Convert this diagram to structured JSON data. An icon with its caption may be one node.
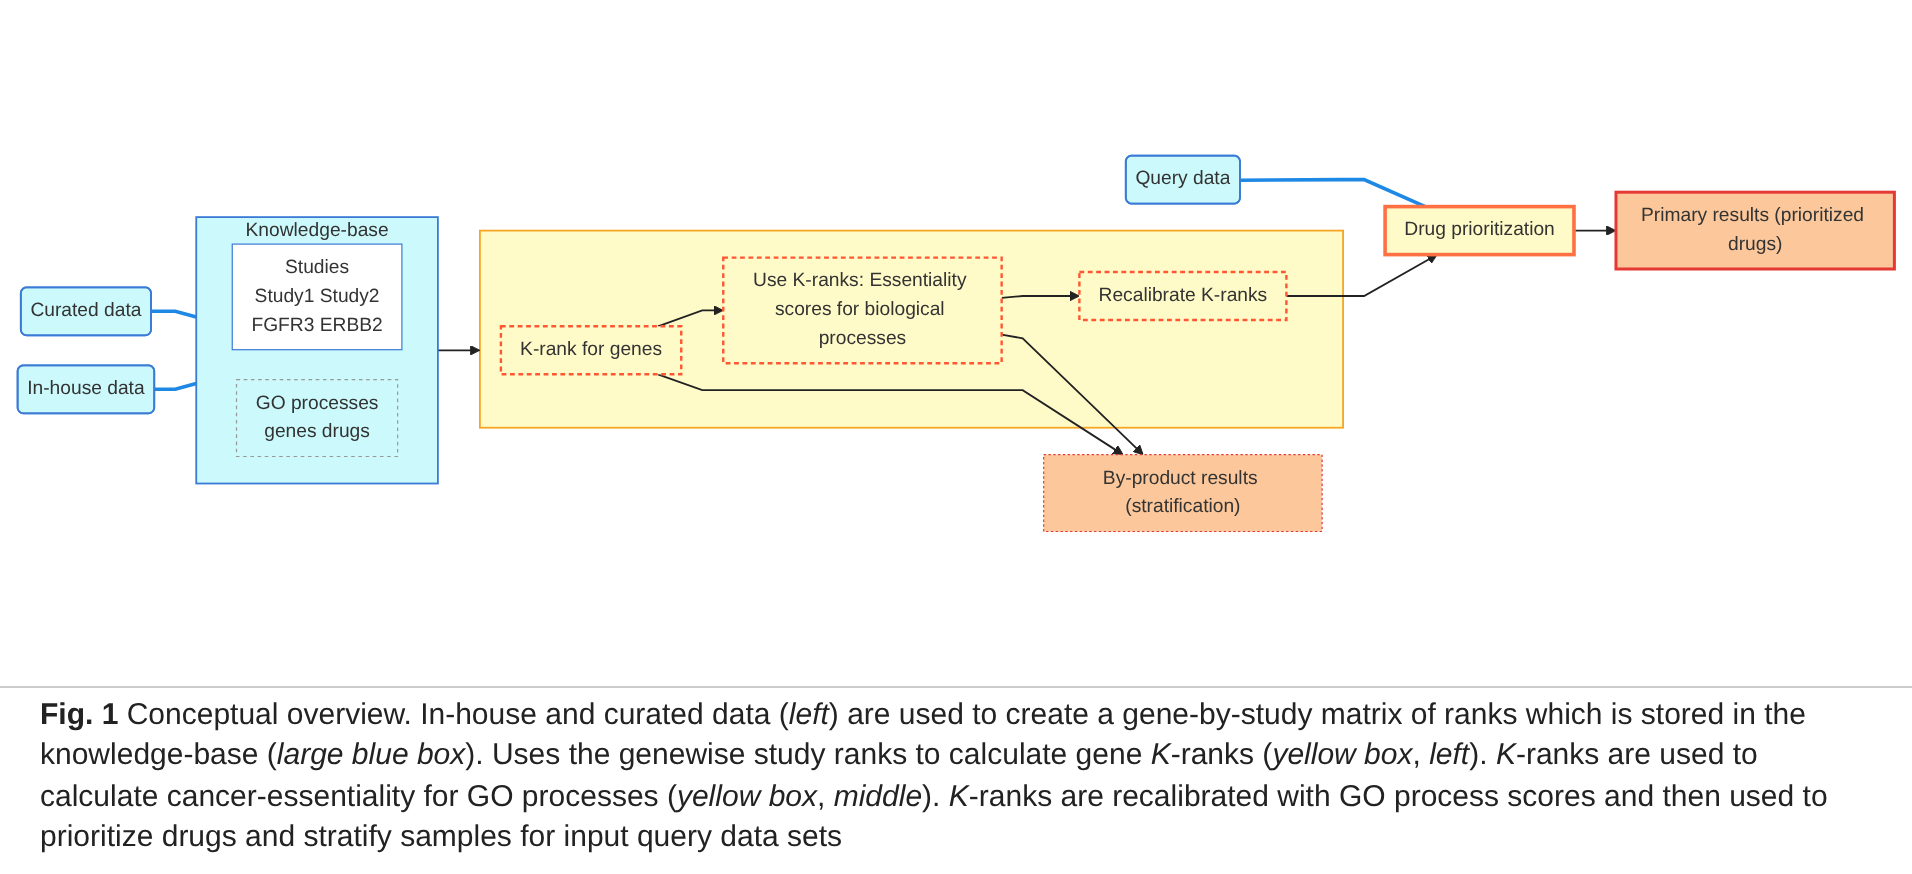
{
  "diagram": {
    "caption": "**Fig. 1** Conceptual overview. In-house and curated data (*left*) are used to create a gene-by-study matrix of ranks which is stored in the knowledge-base (*large blue box*). Uses the genewise study ranks to calculate gene *K*-ranks (*yellow box*, *left*). *K*-ranks are used to calculate cancer-essentiality for GO processes (*yellow box*, *middle*). *K*-ranks are recalibrated with GO process scores and then used to prioritize drugs and stratify samples for input query data sets",
    "nodes": [
      {
        "text": [
          "In-house data"
        ]
      },
      {
        "text": [
          "Curated data"
        ]
      },
      {
        "text": [
          "Knowledge-base"
        ]
      },
      {
        "text": [
          "Studies",
          "Study1 Study2",
          "FGFR3 ERBB2"
        ],
        "in": 2
      },
      {
        "text": [
          "GO processes",
          "genes drugs"
        ],
        "in": 2
      },
      {
        "text": [],
        "shape": "box"
      },
      {
        "text": [
          "K-rank for genes"
        ],
        "in": 5
      },
      {
        "text": [
          "Use K-ranks: Essentiality scores for biological processes"
        ],
        "in": 5
      },
      {
        "text": [
          "Recalibrate K-ranks"
        ],
        "in": 5
      },
      {
        "text": [
          "Drug prioritization"
        ]
      },
      {
        "text": [
          "Query data"
        ]
      },
      {
        "text": [
          "By-product results (stratification)"
        ]
      },
      {
        "text": [
          "Primary results (prioritized drugs)"
        ]
      }
    ],
    "edges": [
      {
        "from": 0,
        "to": 2,
        "arrow": "none",
        "color": "#1e88e5"
      },
      {
        "from": 1,
        "to": 2,
        "arrow": "none",
        "color": "#1e88e5"
      },
      {
        "from": 2,
        "to": 5,
        "arrow": "to"
      },
      {
        "from": 6,
        "to": 11,
        "arrow": "to"
      },
      {
        "from": 6,
        "to": 7,
        "arrow": "to"
      },
      {
        "from": 7,
        "to": 8,
        "arrow": "to"
      },
      {
        "from": 7,
        "to": 11,
        "arrow": "to"
      },
      {
        "from": 8,
        "to": 9,
        "arrow": "to"
      },
      {
        "from": 10,
        "to": 9,
        "arrow": "none",
        "color": "#1e88e5"
      },
      {
        "from": 9,
        "to": 12,
        "arrow": "to"
      }
    ]
  }
}
